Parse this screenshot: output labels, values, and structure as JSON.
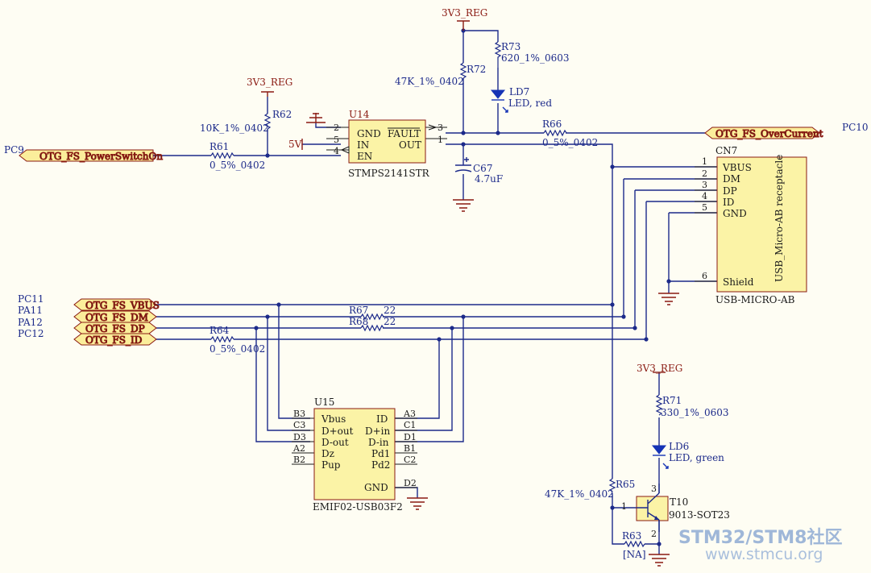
{
  "power": {
    "v33": "3V3_REG",
    "v5": "5V"
  },
  "nets": {
    "pc9": "PC9",
    "pc10": "PC10",
    "pc11": "PC11",
    "pa11": "PA11",
    "pa12": "PA12",
    "pc12": "PC12",
    "power_switch_on": "OTG_FS_PowerSwitchOn",
    "over_current": "OTG_FS_OverCurrent",
    "vbus": "OTG_FS_VBUS",
    "dm": "OTG_FS_DM",
    "dp": "OTG_FS_DP",
    "id": "OTG_FS_ID"
  },
  "u14": {
    "ref": "U14",
    "part": "STMPS2141STR",
    "pins": {
      "gnd": "GND",
      "in": "IN",
      "en": "EN",
      "fault": "FAULT",
      "out": "OUT"
    },
    "pin_numbers": {
      "gnd": "2",
      "in": "5",
      "en": "4",
      "fault": "3",
      "out": "1"
    }
  },
  "cn7": {
    "ref": "CN7",
    "part": "USB-MICRO-AB",
    "desc": "USB_Micro-AB receptacle",
    "pins": [
      "VBUS",
      "DM",
      "DP",
      "ID",
      "GND",
      "Shield"
    ],
    "pin_numbers": [
      "1",
      "2",
      "3",
      "4",
      "5",
      "6"
    ]
  },
  "u15": {
    "ref": "U15",
    "part": "EMIF02-USB03F2",
    "left_pins": [
      "Vbus",
      "D+out",
      "D-out",
      "Dz",
      "Pup"
    ],
    "left_nums": [
      "B3",
      "C3",
      "D3",
      "A2",
      "B2"
    ],
    "right_pins": [
      "ID",
      "D+in",
      "D-in",
      "Pd1",
      "Pd2"
    ],
    "right_nums": [
      "A3",
      "C1",
      "D1",
      "B1",
      "C2"
    ],
    "gnd": "GND",
    "gnd_num": "D2"
  },
  "parts": {
    "r62": {
      "ref": "R62",
      "value": "10K_1%_0402"
    },
    "r61": {
      "ref": "R61",
      "value": "0_5%_0402"
    },
    "r72": {
      "ref": "R72",
      "value": "47K_1%_0402"
    },
    "r73": {
      "ref": "R73",
      "value": "620_1%_0603"
    },
    "ld7": {
      "ref": "LD7",
      "value": "LED, red"
    },
    "r66": {
      "ref": "R66",
      "value": "0_5%_0402"
    },
    "c67": {
      "ref": "C67",
      "value": "4.7uF"
    },
    "r67": {
      "ref": "R67",
      "value": "22"
    },
    "r68": {
      "ref": "R68",
      "value": "22"
    },
    "r64": {
      "ref": "R64",
      "value": "0_5%_0402"
    },
    "r71": {
      "ref": "R71",
      "value": "330_1%_0603"
    },
    "ld6": {
      "ref": "LD6",
      "value": "LED, green"
    },
    "r65": {
      "ref": "R65",
      "value": "47K_1%_0402"
    },
    "t10": {
      "ref": "T10",
      "value": "9013-SOT23",
      "pins": [
        "1",
        "2",
        "3"
      ]
    },
    "r63": {
      "ref": "R63",
      "value": "[NA]"
    }
  },
  "watermark": {
    "line1": "STM32/STM8社区",
    "line2": "www.stmcu.org"
  }
}
